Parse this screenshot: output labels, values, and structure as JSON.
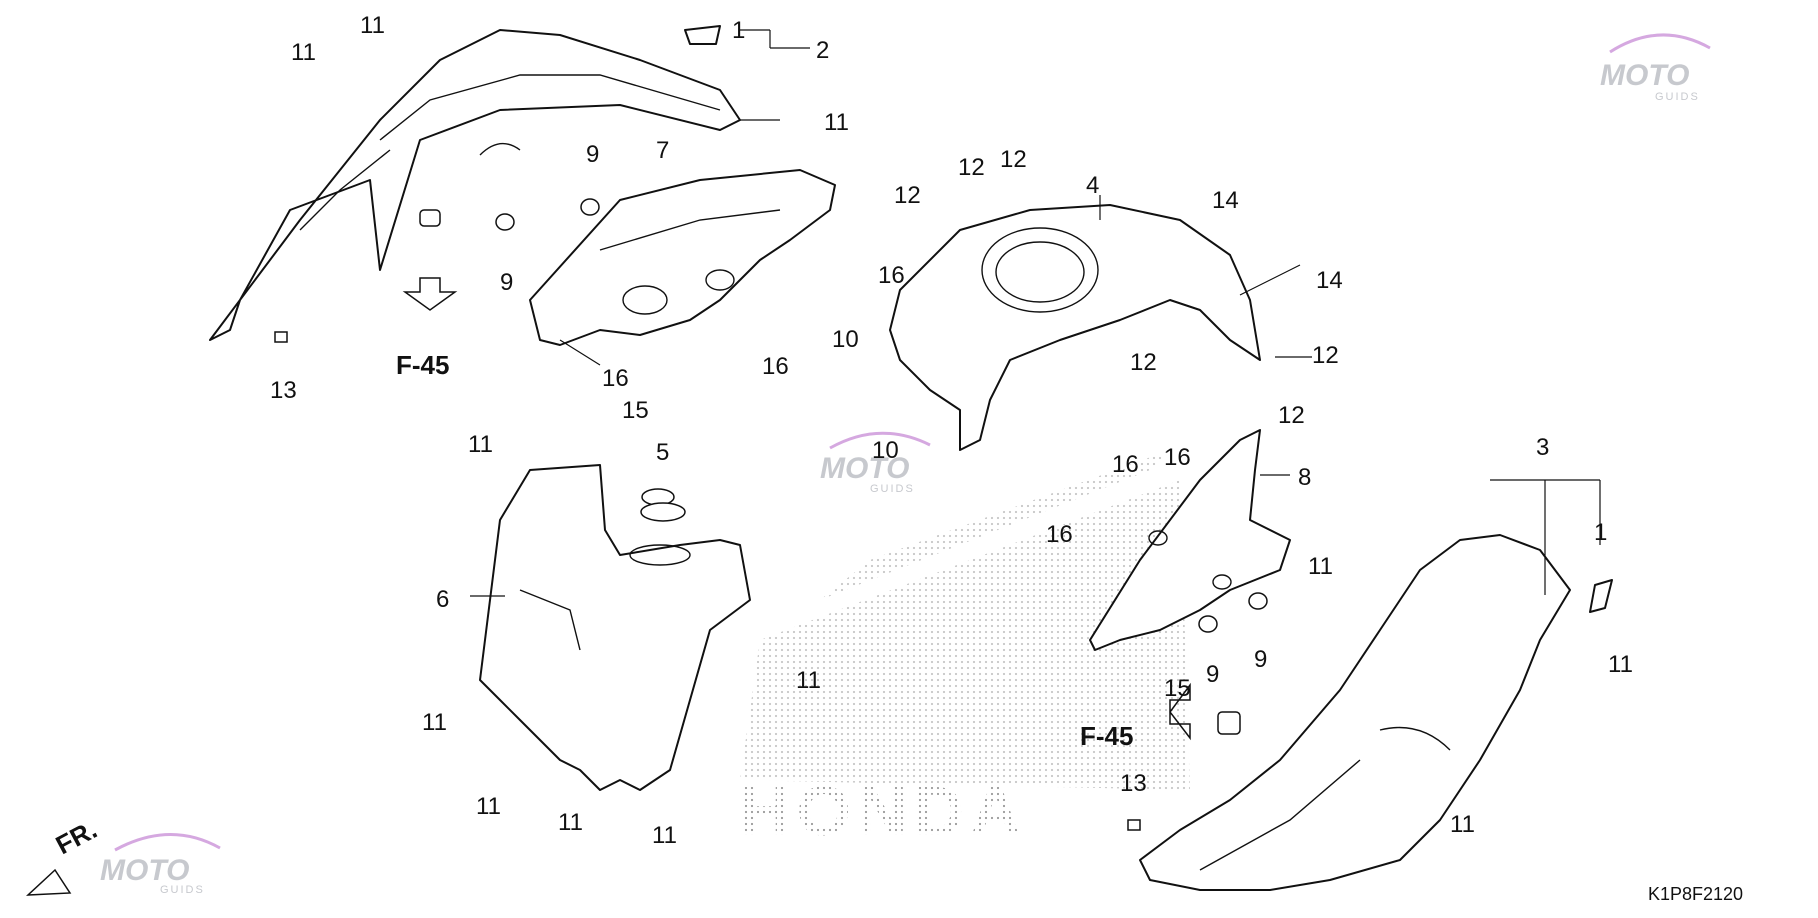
{
  "callouts": {
    "n1": "1",
    "n2": "2",
    "n3": "3",
    "n4": "4",
    "n5": "5",
    "n6": "6",
    "n7": "7",
    "n8": "8",
    "n9": "9",
    "n10": "10",
    "n11": "11",
    "n12": "12",
    "n13": "13",
    "n14": "14",
    "n15": "15",
    "n16": "16"
  },
  "references": {
    "f45": "F-45"
  },
  "front_marker": "FR.",
  "drawing_code": "K1P8F2120",
  "background_logo": "HONDA",
  "watermark": {
    "brand": "MOTO",
    "sub": "GUIDS"
  }
}
